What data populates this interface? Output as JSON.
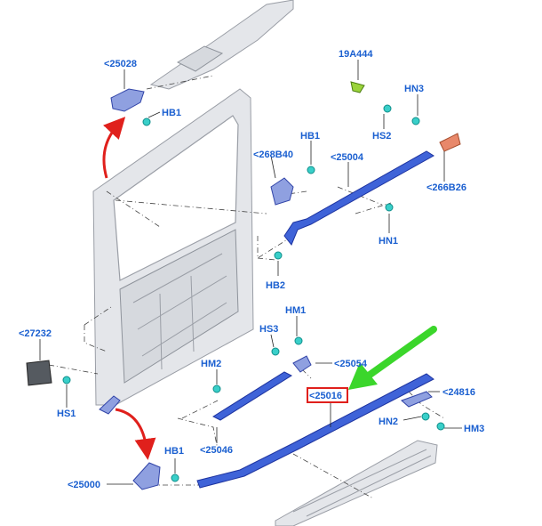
{
  "diagram": {
    "labels": {
      "p25028": "<25028",
      "hb1_top": "HB1",
      "p268B40": "<268B40",
      "hb1_mid": "HB1",
      "p25004": "<25004",
      "p19A444": "19A444",
      "hn3": "HN3",
      "hs2": "HS2",
      "p266B26": "<266B26",
      "hn1": "HN1",
      "hb2": "HB2",
      "p27232": "<27232",
      "hs1": "HS1",
      "hm1": "HM1",
      "hs3": "HS3",
      "p25054": "<25054",
      "hm2": "HM2",
      "p25016": "<25016",
      "p24816": "<24816",
      "hn2": "HN2",
      "hm3": "HM3",
      "p25046": "<25046",
      "hb1_bottom": "HB1",
      "p25000": "<25000"
    },
    "colors": {
      "label": "#1a5fd0",
      "highlight_box": "#e0201c",
      "green_arrow": "#3bd62b",
      "red_arrow": "#e0201c",
      "part_blue": "#3f63d8",
      "fastener": "#39cfc9",
      "bracket_orange": "#e8886a",
      "clip_green": "#9ad33a"
    }
  }
}
